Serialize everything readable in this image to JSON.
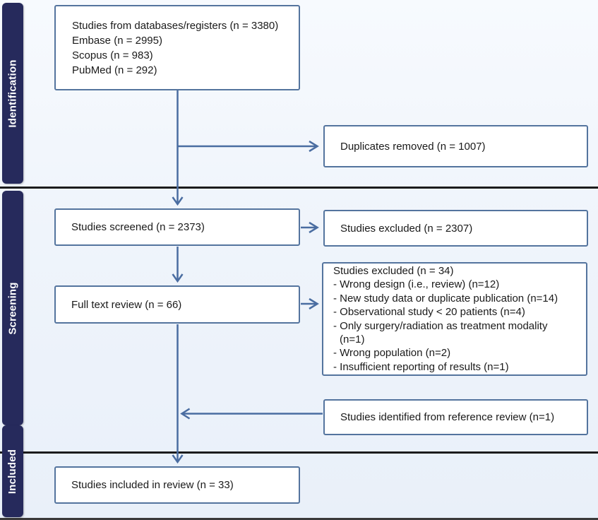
{
  "colors": {
    "background_top": "#f7fafe",
    "background_bottom": "#e9f0f9",
    "box_border": "#54749e",
    "box_fill": "#ffffff",
    "arrow": "#4a6da1",
    "sidebar_fill": "#262a5c",
    "sidebar_text": "#ffffff",
    "divider": "#1c1c1c",
    "text": "#1a1a1a"
  },
  "sidebar": {
    "sections": [
      {
        "label": "Identification"
      },
      {
        "label": "Screening"
      },
      {
        "label": "Included"
      }
    ]
  },
  "boxes": {
    "sources": {
      "lines": [
        "Studies from databases/registers (n = 3380)",
        "Embase (n = 2995)",
        "Scopus (n = 983)",
        "PubMed (n = 292)"
      ]
    },
    "duplicates": {
      "text": "Duplicates removed (n = 1007)"
    },
    "screened": {
      "text": "Studies screened (n = 2373)"
    },
    "excluded_screening": {
      "text": "Studies excluded (n = 2307)"
    },
    "full_text": {
      "text": "Full text review (n = 66)"
    },
    "excluded_full_text": {
      "lines": [
        "Studies excluded (n = 34)",
        "- Wrong design (i.e., review) (n=12)",
        "- New study data or duplicate publication (n=14)",
        "- Observational study < 20 patients (n=4)",
        "- Only surgery/radiation as treatment modality",
        "(n=1)",
        "- Wrong population (n=2)",
        "- Insufficient reporting of results (n=1)"
      ]
    },
    "reference_review": {
      "text": "Studies identified from reference review (n=1)"
    },
    "included": {
      "text": "Studies included in review (n = 33)"
    }
  }
}
